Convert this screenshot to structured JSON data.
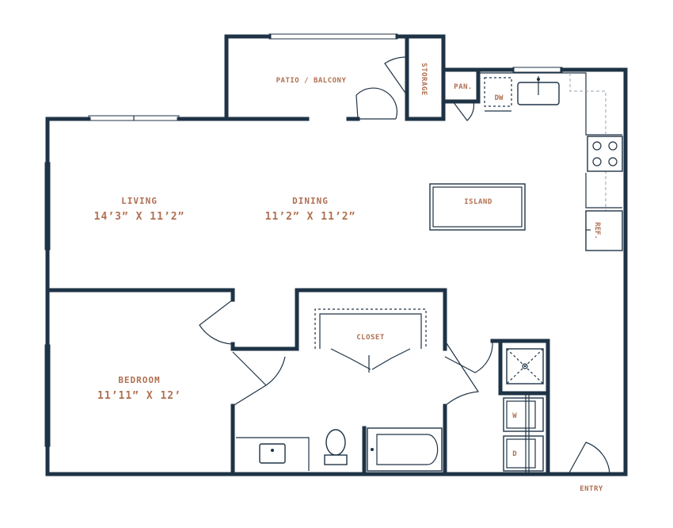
{
  "rooms": {
    "living": {
      "name": "LIVING",
      "dims": "14’3” X 11’2”"
    },
    "dining": {
      "name": "DINING",
      "dims": "11’2” X 11’2”"
    },
    "bedroom": {
      "name": "BEDROOM",
      "dims": "11’11” X 12’"
    },
    "patio": {
      "name": "PATIO / BALCONY"
    },
    "storage": {
      "name": "STORAGE"
    },
    "pantry": {
      "name": "PAN."
    },
    "closet": {
      "name": "CLOSET"
    },
    "island": {
      "name": "ISLAND"
    },
    "entry": {
      "name": "ENTRY"
    }
  },
  "appliances": {
    "dishwasher": "DW",
    "refrigerator": "REF.",
    "washer": "W",
    "dryer": "D"
  },
  "colors": {
    "wall": "#1f3346",
    "label": "#b07052"
  }
}
